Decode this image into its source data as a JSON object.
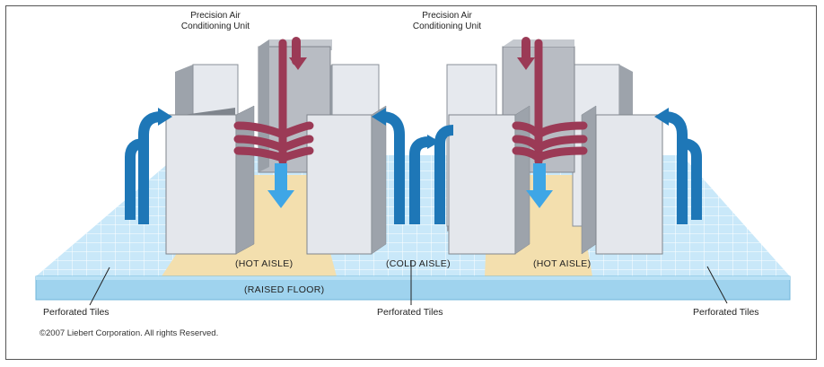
{
  "labels": {
    "unit_left_line1": "Precision Air",
    "unit_left_line2": "Conditioning Unit",
    "unit_right_line1": "Precision Air",
    "unit_right_line2": "Conditioning Unit",
    "hot_aisle_left": "(HOT AISLE)",
    "cold_aisle": "(COLD AISLE)",
    "hot_aisle_right": "(HOT AISLE)",
    "raised_floor": "(RAISED FLOOR)",
    "tiles_left": "Perforated Tiles",
    "tiles_center": "Perforated Tiles",
    "tiles_right": "Perforated Tiles",
    "copyright": "©2007 Liebert Corporation. All rights Reserved."
  },
  "colors": {
    "floor_tile": "#bfe3f7",
    "floor_edge": "#8ecde9",
    "hot_aisle": "#f3dfae",
    "rack_front": "#e4e7ec",
    "rack_side": "#9da3ab",
    "hot_air": "#9b3a56",
    "cold_air": "#1e77b7",
    "cold_air_light": "#3ea6e6"
  }
}
